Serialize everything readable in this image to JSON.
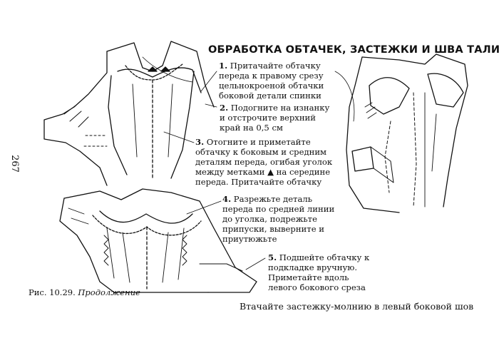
{
  "page_number": "267",
  "title": "ОБРАБОТКА ОБТАЧЕК, ЗАСТЕЖКИ И ШВА ТАЛИИ",
  "steps": [
    {
      "num": "1.",
      "lines": [
        "Притачайте обтачку",
        "переда к правому срезу",
        "цельнокроеной обтачки",
        "боковой детали спинки"
      ]
    },
    {
      "num": "2.",
      "lines": [
        "Подогните на изнанку",
        "и отстрочите верхний",
        "край на 0,5 см"
      ]
    },
    {
      "num": "3.",
      "lines": [
        "Отогните и приметайте",
        "обтачку к боковым и средним",
        "деталям переда, огибая уголок",
        "между метками ▲ на середине",
        "переда. Притачайте обтачку"
      ]
    },
    {
      "num": "4.",
      "lines": [
        "Разрежьте деталь",
        "переда по средней линии",
        "до уголка, подрежьте",
        "припуски, выверните и",
        "приутюжьте"
      ]
    },
    {
      "num": "5.",
      "lines": [
        "Подшейте обтачку к",
        "подкладке вручную.",
        "Приметайте вдоль",
        "левого бокового среза"
      ]
    }
  ],
  "caption": {
    "label": "Рис. 10.29.",
    "italic": "Продолжение"
  },
  "footer_note": "Втачайте застежку-молнию в левый боковой шов"
}
